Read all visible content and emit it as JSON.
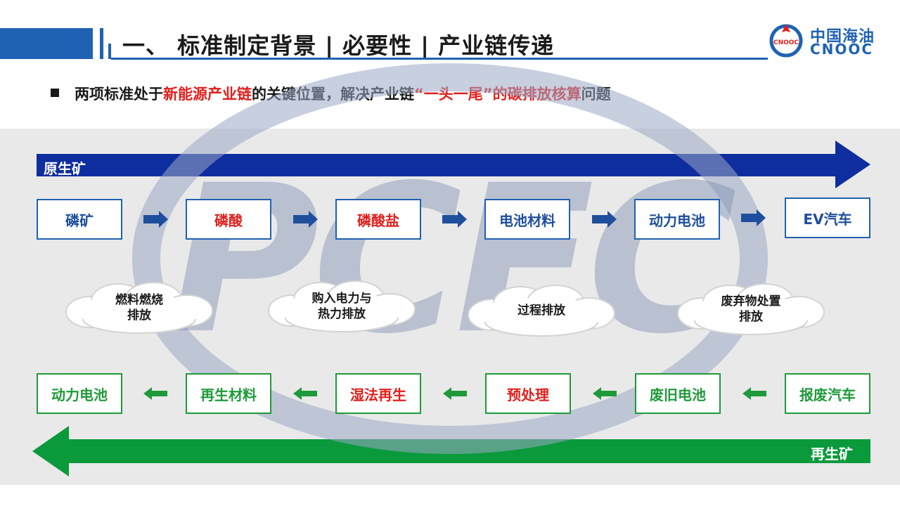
{
  "header": {
    "title": "一、 标准制定背景 | 必要性 | 产业链传递",
    "logo_cn": "中国海油",
    "logo_en": "CNOOC",
    "logo_emblem": "CNOOC"
  },
  "bullet": {
    "prefix": "两项标准处于",
    "highlight1": "新能源产业链",
    "middle": "的关键位置，解决产业链",
    "highlight2": "“一头一尾”的碳排放核算",
    "suffix": "问题"
  },
  "watermark": "PCEC",
  "top_flow": {
    "arrow_label": "原生矿",
    "color": "#0e2d9e",
    "nodes": [
      {
        "label": "磷矿",
        "highlight": false
      },
      {
        "label": "磷酸",
        "highlight": true
      },
      {
        "label": "磷酸盐",
        "highlight": true
      },
      {
        "label": "电池材料",
        "highlight": false
      },
      {
        "label": "动力电池",
        "highlight": false
      },
      {
        "label": "EV汽车",
        "highlight": false
      }
    ]
  },
  "emissions": [
    {
      "line1": "燃料燃烧",
      "line2": "排放"
    },
    {
      "line1": "购入电力与",
      "line2": "热力排放"
    },
    {
      "line1": "过程排放",
      "line2": ""
    },
    {
      "line1": "废弃物处置",
      "line2": "排放"
    }
  ],
  "bottom_flow": {
    "arrow_label": "再生矿",
    "color": "#0a9a3c",
    "nodes": [
      {
        "label": "动力电池",
        "highlight": false
      },
      {
        "label": "再生材料",
        "highlight": false
      },
      {
        "label": "湿法再生",
        "highlight": true
      },
      {
        "label": "预处理",
        "highlight": true
      },
      {
        "label": "废旧电池",
        "highlight": false
      },
      {
        "label": "报废汽车",
        "highlight": false
      }
    ]
  }
}
